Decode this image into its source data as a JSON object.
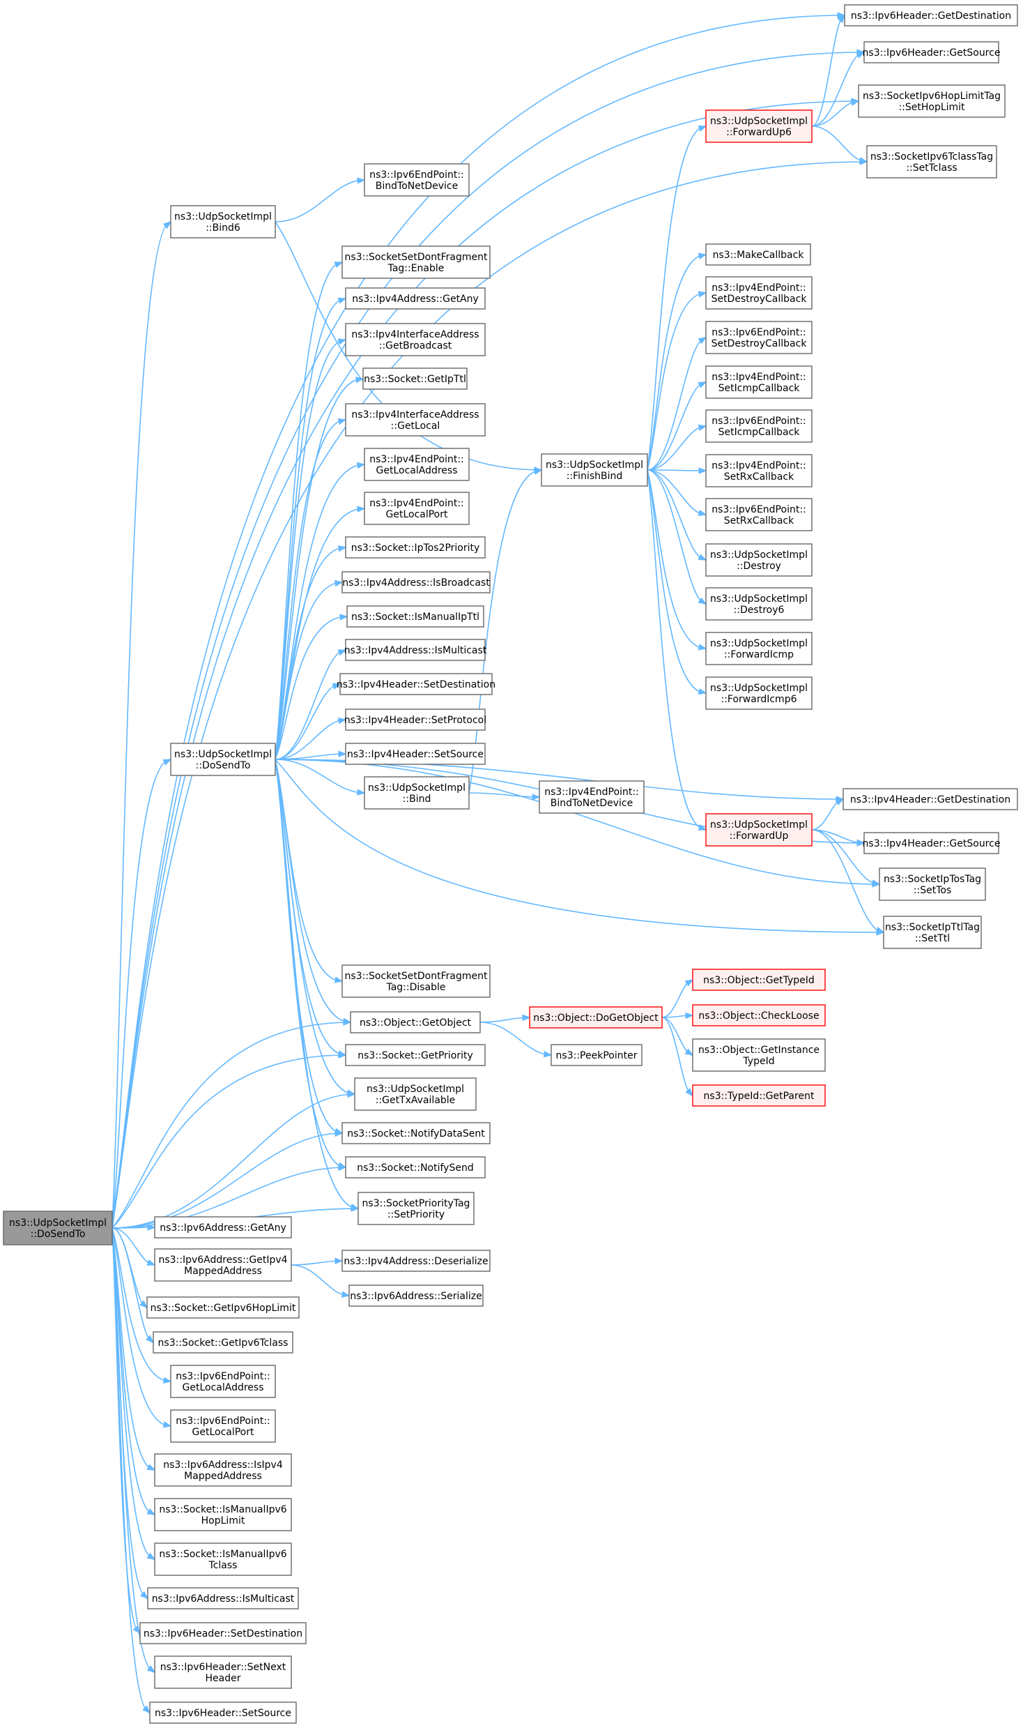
{
  "nodes": [
    {
      "id": "root",
      "lines": [
        "ns3::UdpSocketImpl",
        "::DoSendTo"
      ],
      "style": "root"
    },
    {
      "id": "ipv6-getdest-top",
      "lines": [
        "ns3::Ipv6Header::GetDestination"
      ]
    },
    {
      "id": "ipv6-getsrc-top",
      "lines": [
        "ns3::Ipv6Header::GetSource"
      ]
    },
    {
      "id": "hoplimit-tag",
      "lines": [
        "ns3::SocketIpv6HopLimitTag",
        "::SetHopLimit"
      ]
    },
    {
      "id": "tclass-tag",
      "lines": [
        "ns3::SocketIpv6TclassTag",
        "::SetTclass"
      ]
    },
    {
      "id": "forwardup6",
      "lines": [
        "ns3::UdpSocketImpl",
        "::ForwardUp6"
      ],
      "style": "red"
    },
    {
      "id": "bind6",
      "lines": [
        "ns3::UdpSocketImpl",
        "::Bind6"
      ]
    },
    {
      "id": "ipv6ep-bindnet",
      "lines": [
        "ns3::Ipv6EndPoint::",
        "BindToNetDevice"
      ]
    },
    {
      "id": "dontfrag-enable",
      "lines": [
        "ns3::SocketSetDontFragment",
        "Tag::Enable"
      ]
    },
    {
      "id": "ipv4addr-getany",
      "lines": [
        "ns3::Ipv4Address::GetAny"
      ]
    },
    {
      "id": "ipv4if-getbroadcast",
      "lines": [
        "ns3::Ipv4InterfaceAddress",
        "::GetBroadcast"
      ]
    },
    {
      "id": "socket-getipttl",
      "lines": [
        "ns3::Socket::GetIpTtl"
      ]
    },
    {
      "id": "ipv4if-getlocal",
      "lines": [
        "ns3::Ipv4InterfaceAddress",
        "::GetLocal"
      ]
    },
    {
      "id": "ipv4ep-getlocaladdr",
      "lines": [
        "ns3::Ipv4EndPoint::",
        "GetLocalAddress"
      ]
    },
    {
      "id": "ipv4ep-getlocalport",
      "lines": [
        "ns3::Ipv4EndPoint::",
        "GetLocalPort"
      ]
    },
    {
      "id": "iptos2priority",
      "lines": [
        "ns3::Socket::IpTos2Priority"
      ]
    },
    {
      "id": "ipv4addr-isbroadcast",
      "lines": [
        "ns3::Ipv4Address::IsBroadcast"
      ]
    },
    {
      "id": "socket-ismanualipttl",
      "lines": [
        "ns3::Socket::IsManualIpTtl"
      ]
    },
    {
      "id": "ipv4addr-ismulticast",
      "lines": [
        "ns3::Ipv4Address::IsMulticast"
      ]
    },
    {
      "id": "ipv4hdr-setdest",
      "lines": [
        "ns3::Ipv4Header::SetDestination"
      ]
    },
    {
      "id": "ipv4hdr-setproto",
      "lines": [
        "ns3::Ipv4Header::SetProtocol"
      ]
    },
    {
      "id": "ipv4hdr-setsrc",
      "lines": [
        "ns3::Ipv4Header::SetSource"
      ]
    },
    {
      "id": "bind",
      "lines": [
        "ns3::UdpSocketImpl",
        "::Bind"
      ]
    },
    {
      "id": "ipv4ep-bindnet",
      "lines": [
        "ns3::Ipv4EndPoint::",
        "BindToNetDevice"
      ]
    },
    {
      "id": "finishbind",
      "lines": [
        "ns3::UdpSocketImpl",
        "::FinishBind"
      ]
    },
    {
      "id": "makecallback",
      "lines": [
        "ns3::MakeCallback"
      ]
    },
    {
      "id": "ipv4ep-setdestroy",
      "lines": [
        "ns3::Ipv4EndPoint::",
        "SetDestroyCallback"
      ]
    },
    {
      "id": "ipv6ep-setdestroy",
      "lines": [
        "ns3::Ipv6EndPoint::",
        "SetDestroyCallback"
      ]
    },
    {
      "id": "ipv4ep-seticmp",
      "lines": [
        "ns3::Ipv4EndPoint::",
        "SetIcmpCallback"
      ]
    },
    {
      "id": "ipv6ep-seticmp",
      "lines": [
        "ns3::Ipv6EndPoint::",
        "SetIcmpCallback"
      ]
    },
    {
      "id": "ipv4ep-setrx",
      "lines": [
        "ns3::Ipv4EndPoint::",
        "SetRxCallback"
      ]
    },
    {
      "id": "ipv6ep-setrx",
      "lines": [
        "ns3::Ipv6EndPoint::",
        "SetRxCallback"
      ]
    },
    {
      "id": "destroy",
      "lines": [
        "ns3::UdpSocketImpl",
        "::Destroy"
      ]
    },
    {
      "id": "destroy6",
      "lines": [
        "ns3::UdpSocketImpl",
        "::Destroy6"
      ]
    },
    {
      "id": "forwardicmp",
      "lines": [
        "ns3::UdpSocketImpl",
        "::ForwardIcmp"
      ]
    },
    {
      "id": "forwardicmp6",
      "lines": [
        "ns3::UdpSocketImpl",
        "::ForwardIcmp6"
      ]
    },
    {
      "id": "forwardup",
      "lines": [
        "ns3::UdpSocketImpl",
        "::ForwardUp"
      ],
      "style": "red"
    },
    {
      "id": "ipv4hdr-getdest",
      "lines": [
        "ns3::Ipv4Header::GetDestination"
      ]
    },
    {
      "id": "ipv4hdr-getsrc",
      "lines": [
        "ns3::Ipv4Header::GetSource"
      ]
    },
    {
      "id": "iptos-tag",
      "lines": [
        "ns3::SocketIpTosTag",
        "::SetTos"
      ]
    },
    {
      "id": "ipttl-tag",
      "lines": [
        "ns3::SocketIpTtlTag",
        "::SetTtl"
      ]
    },
    {
      "id": "dofrag-disable",
      "lines": [
        "ns3::SocketSetDontFragment",
        "Tag::Disable"
      ]
    },
    {
      "id": "getobject",
      "lines": [
        "ns3::Object::GetObject"
      ]
    },
    {
      "id": "dogetobject",
      "lines": [
        "ns3::Object::DoGetObject"
      ],
      "style": "red"
    },
    {
      "id": "peekpointer",
      "lines": [
        "ns3::PeekPointer"
      ]
    },
    {
      "id": "gettypeid",
      "lines": [
        "ns3::Object::GetTypeId"
      ],
      "style": "red"
    },
    {
      "id": "checkloose",
      "lines": [
        "ns3::Object::CheckLoose"
      ],
      "style": "red"
    },
    {
      "id": "getinstancetypeid",
      "lines": [
        "ns3::Object::GetInstance",
        "TypeId"
      ]
    },
    {
      "id": "typeid-getparent",
      "lines": [
        "ns3::TypeId::GetParent"
      ],
      "style": "red"
    },
    {
      "id": "socket-getpriority",
      "lines": [
        "ns3::Socket::GetPriority"
      ]
    },
    {
      "id": "gettxavailable",
      "lines": [
        "ns3::UdpSocketImpl",
        "::GetTxAvailable"
      ]
    },
    {
      "id": "notifydatasent",
      "lines": [
        "ns3::Socket::NotifyDataSent"
      ]
    },
    {
      "id": "notifysend",
      "lines": [
        "ns3::Socket::NotifySend"
      ]
    },
    {
      "id": "priority-tag",
      "lines": [
        "ns3::SocketPriorityTag",
        "::SetPriority"
      ]
    },
    {
      "id": "ipv6addr-getany",
      "lines": [
        "ns3::Ipv6Address::GetAny"
      ]
    },
    {
      "id": "ipv6addr-getipv4mapped",
      "lines": [
        "ns3::Ipv6Address::GetIpv4",
        "MappedAddress"
      ]
    },
    {
      "id": "ipv4addr-deserialize",
      "lines": [
        "ns3::Ipv4Address::Deserialize"
      ]
    },
    {
      "id": "ipv6addr-serialize",
      "lines": [
        "ns3::Ipv6Address::Serialize"
      ]
    },
    {
      "id": "socket-getipv6hoplimit",
      "lines": [
        "ns3::Socket::GetIpv6HopLimit"
      ]
    },
    {
      "id": "socket-getipv6tclass",
      "lines": [
        "ns3::Socket::GetIpv6Tclass"
      ]
    },
    {
      "id": "ipv6ep-getlocaladdr",
      "lines": [
        "ns3::Ipv6EndPoint::",
        "GetLocalAddress"
      ]
    },
    {
      "id": "ipv6ep-getlocalport",
      "lines": [
        "ns3::Ipv6EndPoint::",
        "GetLocalPort"
      ]
    },
    {
      "id": "ipv6addr-isipv4mapped",
      "lines": [
        "ns3::Ipv6Address::IsIpv4",
        "MappedAddress"
      ]
    },
    {
      "id": "socket-ismanualipv6hoplimit",
      "lines": [
        "ns3::Socket::IsManualIpv6",
        "HopLimit"
      ]
    },
    {
      "id": "socket-ismanualipv6tclass",
      "lines": [
        "ns3::Socket::IsManualIpv6",
        "Tclass"
      ]
    },
    {
      "id": "ipv6addr-ismulticast",
      "lines": [
        "ns3::Ipv6Address::IsMulticast"
      ]
    },
    {
      "id": "ipv6hdr-setdest",
      "lines": [
        "ns3::Ipv6Header::SetDestination"
      ]
    },
    {
      "id": "ipv6hdr-setnext",
      "lines": [
        "ns3::Ipv6Header::SetNext",
        "Header"
      ]
    },
    {
      "id": "ipv6hdr-setsrc",
      "lines": [
        "ns3::Ipv6Header::SetSource"
      ]
    }
  ],
  "colors": {
    "edge": "#63b8ff",
    "root_fill": "#999999",
    "box_stroke": "#666666",
    "highlight_stroke": "#ff0000"
  }
}
